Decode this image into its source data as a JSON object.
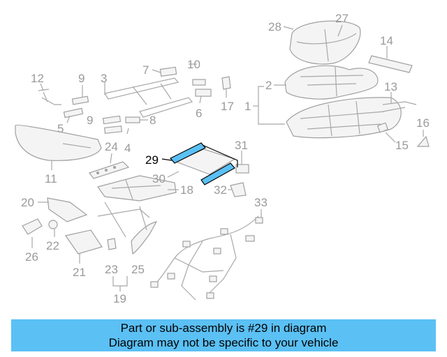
{
  "diagram": {
    "highlight_color": "#5bc0f4",
    "callouts": {
      "c1": "1",
      "c2": "2",
      "c3": "3",
      "c4": "4",
      "c5": "5",
      "c6": "6",
      "c7": "7",
      "c8": "8",
      "c9a": "9",
      "c9b": "9",
      "c10": "10",
      "c11": "11",
      "c12": "12",
      "c13": "13",
      "c14": "14",
      "c15": "15",
      "c16": "16",
      "c17": "17",
      "c18": "18",
      "c19": "19",
      "c20": "20",
      "c21": "21",
      "c22": "22",
      "c23": "23",
      "c24": "24",
      "c25": "25",
      "c26": "26",
      "c27": "27",
      "c28": "28",
      "c29": "29",
      "c30": "30",
      "c31": "31",
      "c32": "32",
      "c33": "33"
    }
  },
  "banner": {
    "line1": "Part or sub-assembly is #29 in diagram",
    "line2": "Diagram may not be specific to your vehicle"
  }
}
